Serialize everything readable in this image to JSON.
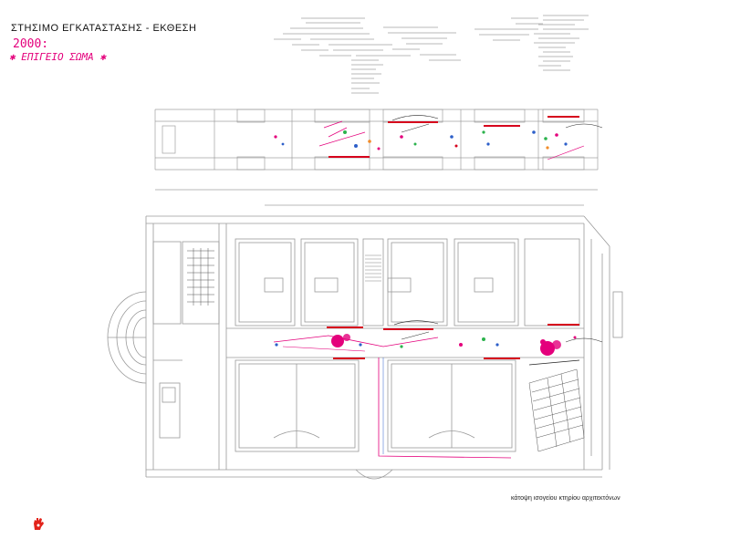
{
  "header": {
    "title": "ΣΤΗΣΙΜΟ ΕΓΚΑΤΑΣΤΑΣΗΣ - ΕΚΘΕΣΗ",
    "year": "2000:",
    "subtitle": "✱ ΕΠΙΓΕΙΟ ΣΩΜΑ ✱"
  },
  "plan": {
    "caption": "κάτοψη ισογείου κτηρίου αρχιτεκτόνων"
  },
  "colors": {
    "accent": "#e4007c",
    "line": "#9a9a9a",
    "dark_line": "#444444",
    "marker_green": "#2bb24c",
    "marker_blue": "#2d5fc9",
    "marker_orange": "#f28c28",
    "marker_red": "#d6001c"
  },
  "icons": {
    "logo": "red-hand-logo"
  }
}
